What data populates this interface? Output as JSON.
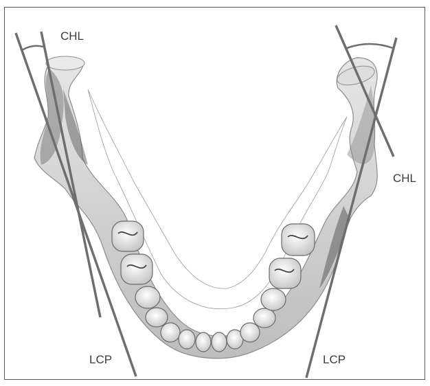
{
  "labels": {
    "chl_left": "CHL",
    "chl_right": "CHL",
    "lcp_left": "LCP",
    "lcp_right": "LCP"
  },
  "colors": {
    "line": "#6e6e6e",
    "bone": "#d8d8d8",
    "bone_shadow": "#8c8c8c",
    "tooth": "#f2f2f2",
    "frame": "#5a5a5a"
  }
}
